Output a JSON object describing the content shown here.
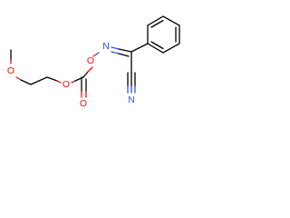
{
  "molecule": {
    "atoms": {
      "o_methoxy": "O",
      "o_ester": "O",
      "o_carbonyl": "O",
      "o_oxime": "O",
      "n_oxime": "N",
      "n_nitrile": "N"
    },
    "colors": {
      "carbon": "#000000",
      "oxygen": "#ff0d0d",
      "nitrogen": "#3050f8"
    }
  }
}
